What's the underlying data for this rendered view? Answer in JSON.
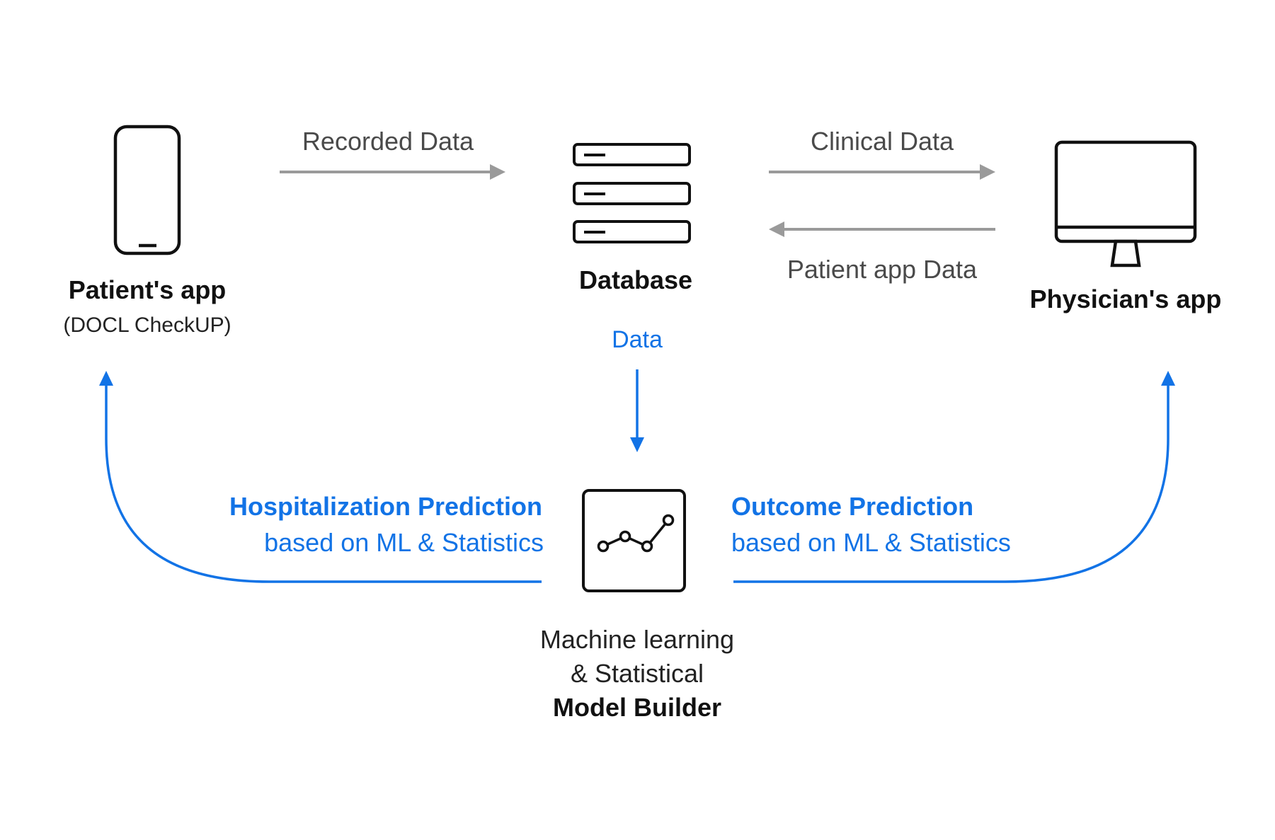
{
  "colors": {
    "accent": "#1273e6",
    "gray_arrow": "#9a9a9a",
    "gray_text": "#4a4a4a",
    "dark_text": "#111111",
    "icon_stroke": "#111111"
  },
  "nodes": {
    "patient": {
      "title": "Patient's app",
      "subtitle": "(DOCL CheckUP)",
      "icon": "smartphone-icon"
    },
    "database": {
      "title": "Database",
      "icon": "database-server-icon"
    },
    "physician": {
      "title": "Physician's app",
      "icon": "desktop-monitor-icon"
    },
    "model_builder": {
      "line1": "Machine learning",
      "line2": "& Statistical",
      "line3": "Model Builder",
      "icon": "line-chart-icon"
    }
  },
  "edges": {
    "recorded_data": "Recorded Data",
    "clinical_data": "Clinical Data",
    "patient_app_data": "Patient app Data",
    "data": "Data",
    "hospitalization": {
      "line1": "Hospitalization Prediction",
      "line2": "based on ML & Statistics"
    },
    "outcome": {
      "line1": "Outcome Prediction",
      "line2": "based on ML & Statistics"
    }
  }
}
